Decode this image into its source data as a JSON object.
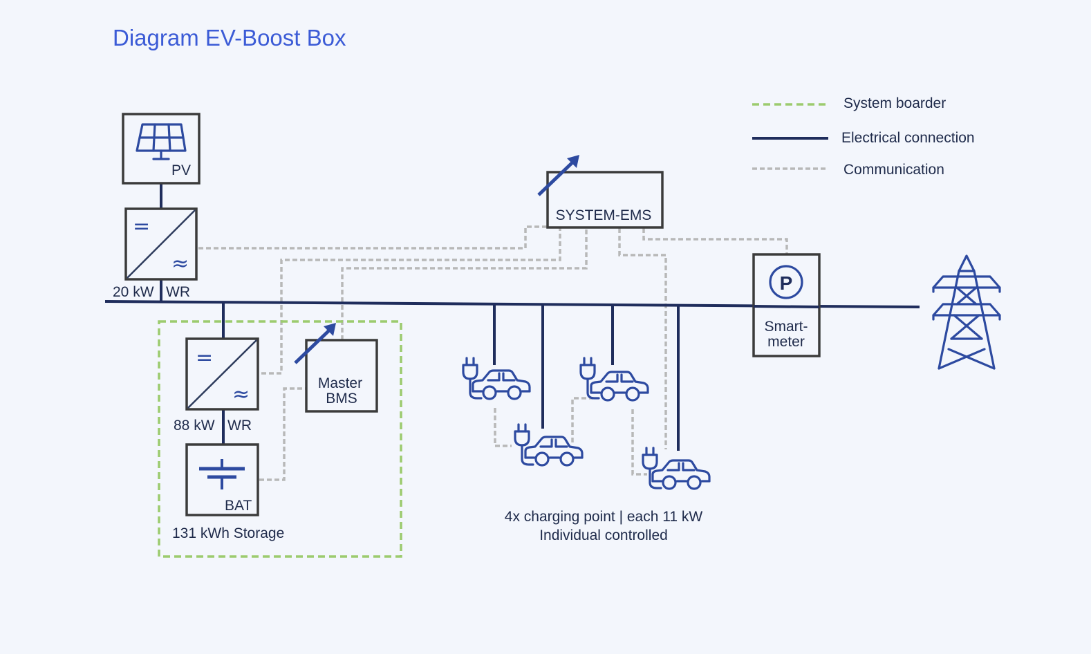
{
  "title": "Diagram EV-Boost Box",
  "legend": {
    "system_border": "System boarder",
    "electrical": "Electrical connection",
    "communication": "Communication"
  },
  "pv": {
    "label": "PV"
  },
  "pv_inverter": {
    "power": "20 kW",
    "type": "WR"
  },
  "battery_inverter": {
    "power": "88 kW",
    "type": "WR"
  },
  "battery": {
    "label": "BAT",
    "capacity": "131 kWh Storage"
  },
  "master_bms": {
    "line1": "Master",
    "line2": "BMS"
  },
  "ems": {
    "label": "SYSTEM-EMS"
  },
  "smartmeter": {
    "line1": "Smart-",
    "line2": "meter",
    "symbol": "P"
  },
  "charging": {
    "line1": "4x charging point | each 11 kW",
    "line2": "Individual controlled"
  },
  "converter_symbols": {
    "dc": "=",
    "ac": "≈"
  },
  "colors": {
    "title": "#3b5bd6",
    "electrical": "#1f2d5c",
    "communication": "#b8b8b8",
    "system_border": "#9ccb6e",
    "icons": "#2d4aa0"
  },
  "icons": [
    "solar-panel-icon",
    "battery-icon",
    "car-icon",
    "plug-icon",
    "power-tower-icon",
    "parking-icon"
  ]
}
